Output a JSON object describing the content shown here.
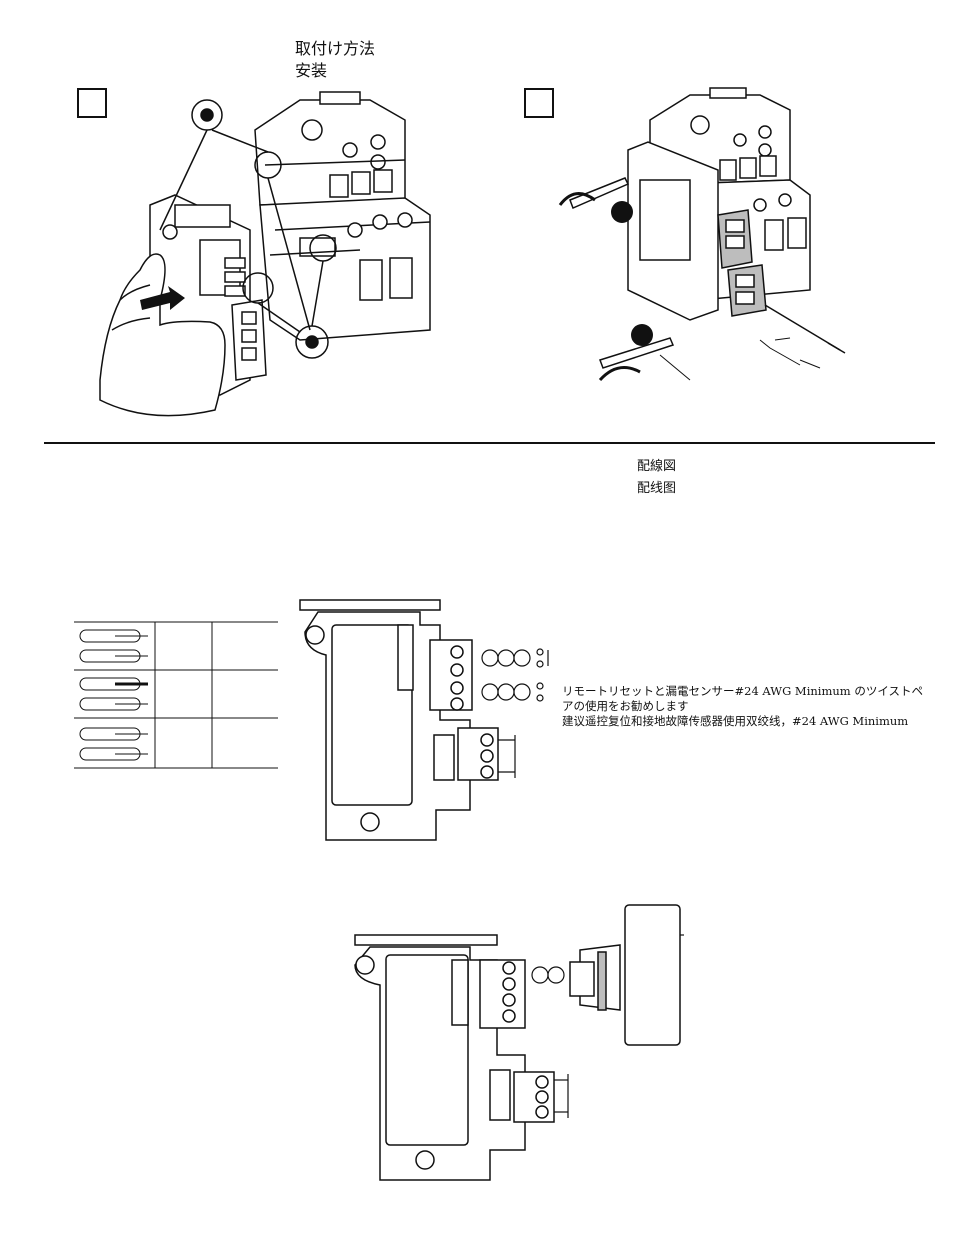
{
  "header": {
    "title_jp": "取付け方法",
    "title_cn": "安装"
  },
  "steps": [
    {
      "number": ""
    },
    {
      "number": ""
    }
  ],
  "wiring": {
    "title_jp": "配線図",
    "title_cn": "配线图",
    "note_jp_line1": "リモートリセットと漏電センサー#24 AWG Minimum のツイストペ",
    "note_jp_line2": "アの使用をお勧めします",
    "note_cn": "建议遥控复位和接地故障传感器使用双绞线，#24 AWG Minimum"
  },
  "colors": {
    "ink": "#111111",
    "paper": "#ffffff",
    "shade": "#bdbdbd"
  }
}
